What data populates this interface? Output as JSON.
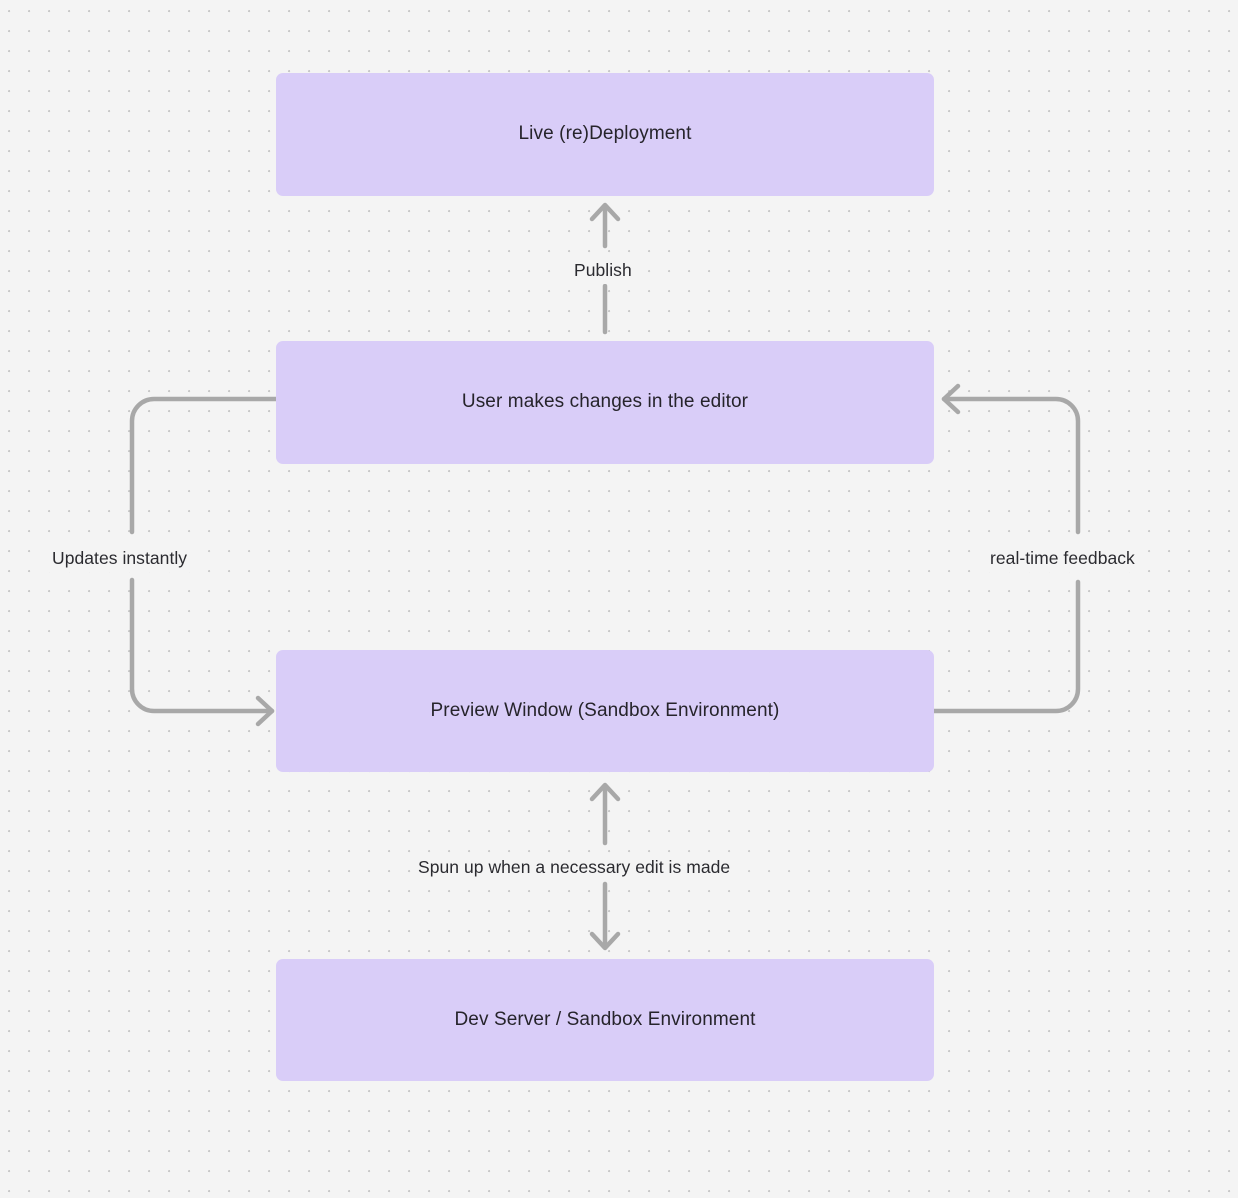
{
  "diagram": {
    "type": "flowchart",
    "background_color": "#f4f4f4",
    "grid": "dot-grid",
    "node_fill": "#d9cdf8",
    "edge_color": "#a8a8a8",
    "text_color": "#26242b",
    "nodes": [
      {
        "id": "live",
        "label": "Live (re)Deployment"
      },
      {
        "id": "user",
        "label": "User makes changes in the editor"
      },
      {
        "id": "preview",
        "label": "Preview Window (Sandbox Environment)"
      },
      {
        "id": "devserver",
        "label": "Dev Server / Sandbox Environment"
      }
    ],
    "edges": [
      {
        "id": "publish",
        "label": "Publish",
        "from": "user",
        "to": "live",
        "direction": "up"
      },
      {
        "id": "updates",
        "label": "Updates instantly",
        "from": "user",
        "to": "preview",
        "direction": "left-loop"
      },
      {
        "id": "realtime",
        "label": "real-time feedback",
        "from": "preview",
        "to": "user",
        "direction": "right-loop"
      },
      {
        "id": "spunup",
        "label": "Spun up when a necessary edit is made",
        "from": "preview",
        "to": "devserver",
        "direction": "bidirectional"
      }
    ]
  }
}
